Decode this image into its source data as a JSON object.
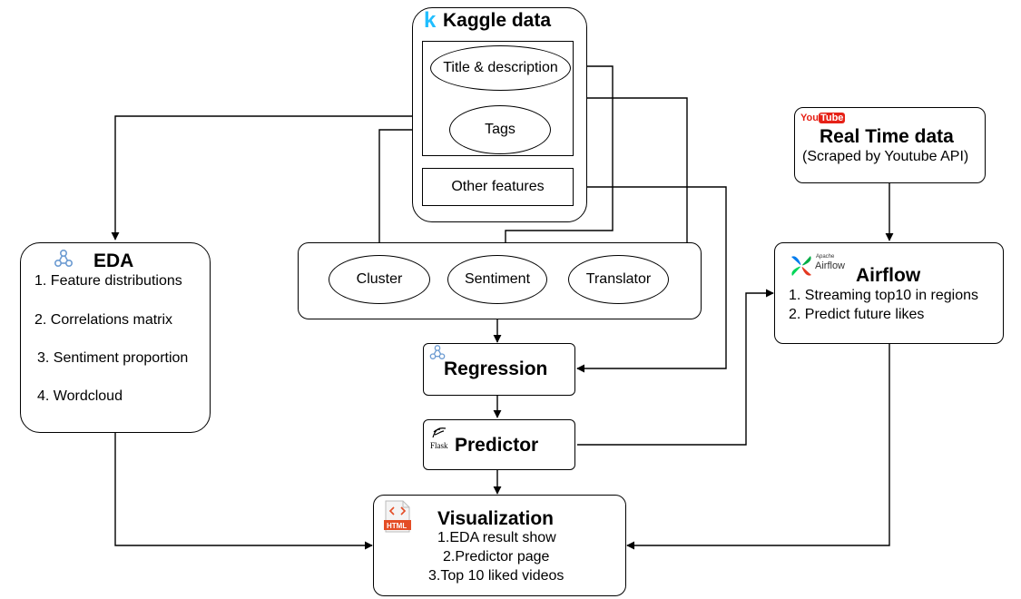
{
  "kaggle": {
    "title": "Kaggle data",
    "title_desc": "Title & description",
    "tags": "Tags",
    "other": "Other features"
  },
  "eda": {
    "title": "EDA",
    "items": [
      "1. Feature distributions",
      "2. Correlations matrix",
      "3. Sentiment proportion",
      "4. Wordcloud"
    ]
  },
  "models": {
    "cluster": "Cluster",
    "sentiment": "Sentiment",
    "translator": "Translator"
  },
  "regression": {
    "title": "Regression"
  },
  "predictor": {
    "title": "Predictor",
    "logo_text": "Flask"
  },
  "realtime": {
    "title": "Real Time data",
    "subtitle": "(Scraped by Youtube API)",
    "logo_you": "You",
    "logo_tube": "Tube"
  },
  "airflow": {
    "title": "Airflow",
    "logo_small": "Apache",
    "logo_text": "Airflow",
    "items": [
      "1. Streaming top10 in regions",
      "2. Predict future likes"
    ]
  },
  "visualization": {
    "title": "Visualization",
    "logo_text": "HTML",
    "items": [
      "1.EDA result show",
      "2.Predictor page",
      "3.Top 10 liked videos"
    ]
  },
  "colors": {
    "kaggle": "#20BEFF",
    "youtube": "#E62117",
    "html": "#E44D26",
    "networkx": "#6C9BD2"
  }
}
